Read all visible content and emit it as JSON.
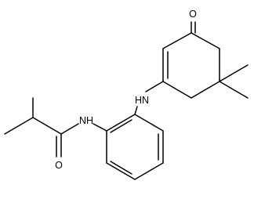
{
  "structure": {
    "atoms": {
      "o_ketone": "O",
      "n_amine": "HN",
      "n_amide": "NH",
      "o_amide": "O"
    }
  }
}
